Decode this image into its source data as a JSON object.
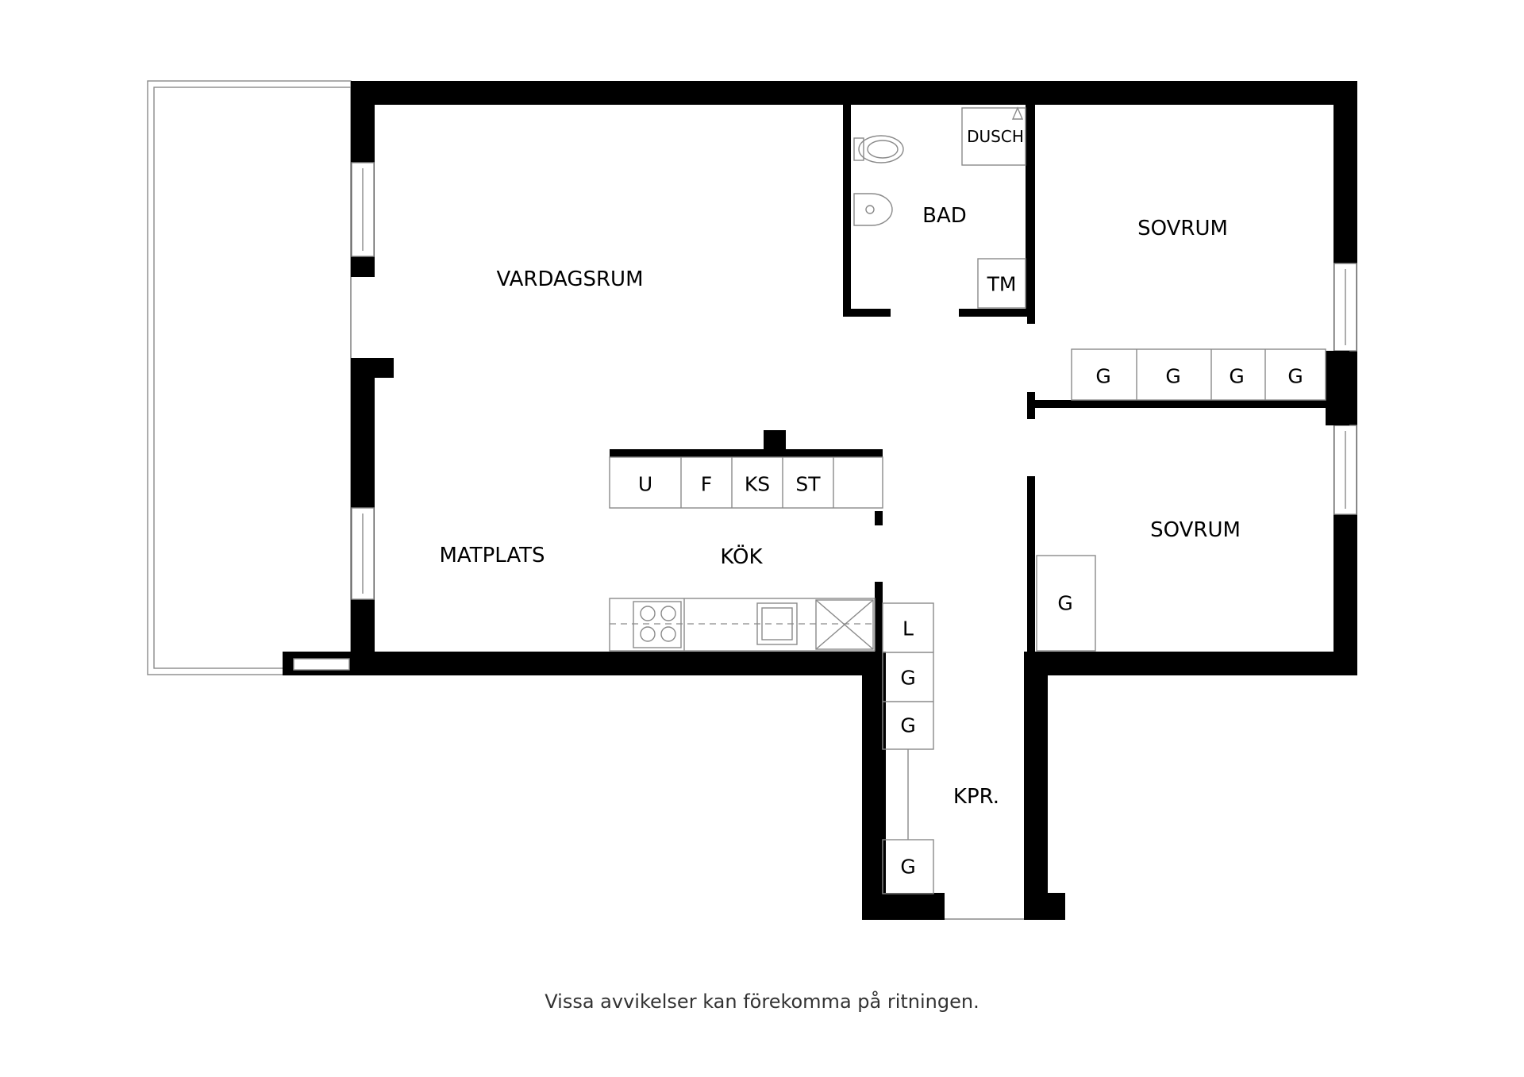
{
  "rooms": {
    "vardagsrum": "VARDAGSRUM",
    "bad": "BAD",
    "sovrum_1": "SOVRUM",
    "sovrum_2": "SOVRUM",
    "matplats": "MATPLATS",
    "kok": "KÖK",
    "kpr": "KPR."
  },
  "fixtures": {
    "dusch": "DUSCH",
    "tm": "TM",
    "kitchen_upper": [
      "U",
      "F",
      "KS",
      "ST"
    ],
    "bedroom_wardrobes": [
      "G",
      "G",
      "G",
      "G"
    ],
    "bedroom2_wardrobe": "G",
    "hall_column": [
      "L",
      "G",
      "G"
    ],
    "hall_bottom": "G"
  },
  "footer_note": "Vissa avvikelser kan förekomma på ritningen."
}
